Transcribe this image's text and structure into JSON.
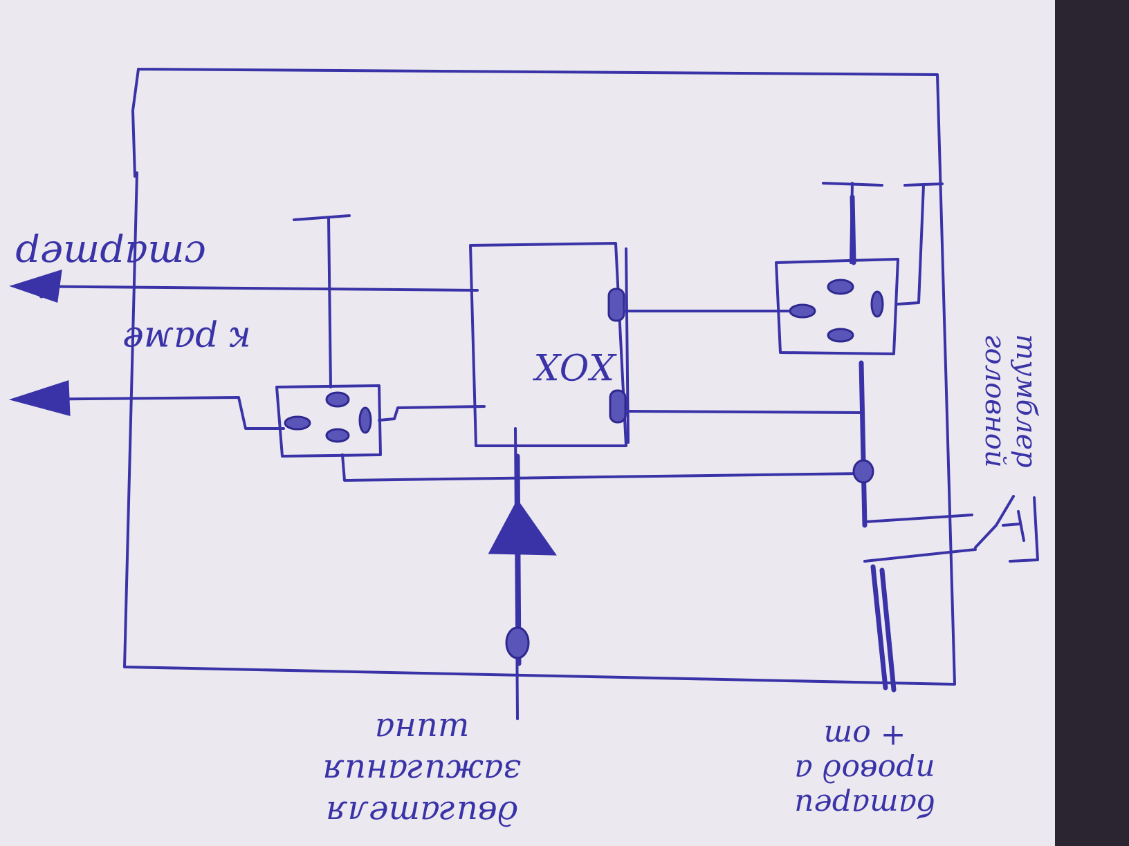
{
  "labels": {
    "starter": "стартер",
    "relay_ground": "к раме",
    "relay_name": "ХОХ",
    "ignition_line1": "шина",
    "ignition_line2": "зажигания",
    "ignition_line3": "двигателя",
    "battery_line1": "+ от",
    "battery_line2": "провод а",
    "battery_line3": "батареи",
    "toggle_line1": "тумблер",
    "toggle_line2": "головной"
  },
  "colors": {
    "paper": "#ebe9ef",
    "ink": "#3a33a8"
  }
}
